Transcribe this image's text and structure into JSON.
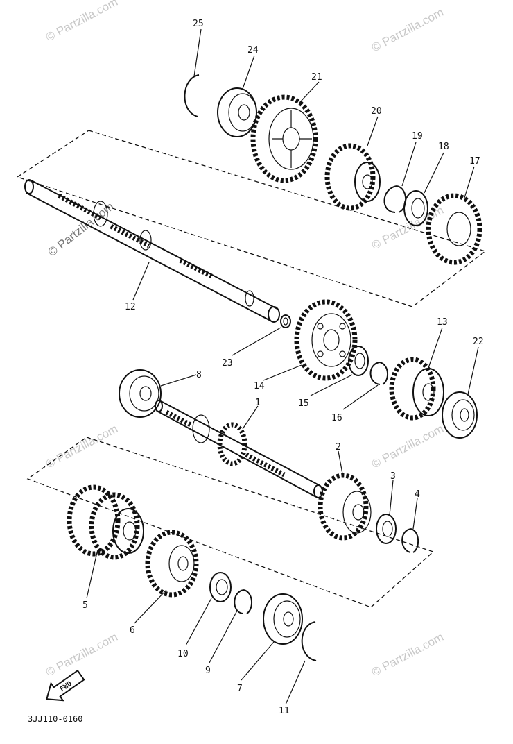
{
  "watermark": "© Partzilla.com",
  "diagram_code": "3JJ110-0160",
  "fwd_label": "FWD",
  "callouts": [
    "1",
    "2",
    "3",
    "4",
    "5",
    "6",
    "7",
    "8",
    "9",
    "10",
    "11",
    "12",
    "13",
    "14",
    "15",
    "16",
    "17",
    "18",
    "19",
    "20",
    "21",
    "22",
    "23",
    "24",
    "25"
  ]
}
